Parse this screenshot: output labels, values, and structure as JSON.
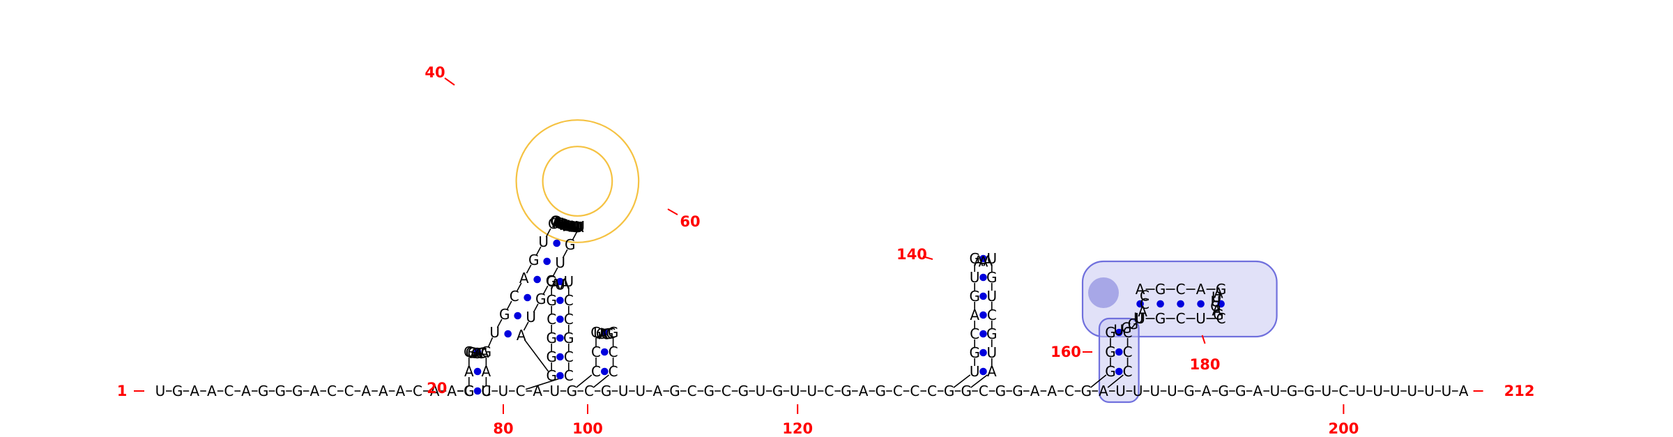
{
  "rna": {
    "sequence": "UGAACAGGGACCAAACAAGCUCAUGCGUUAGCGCGUGUUCGAGCCCGGCGGAACGAUUUUGAGGAUGGUCUUUUUUA",
    "start_label": "1",
    "end_label": "212",
    "position_labels": [
      "20",
      "40",
      "60",
      "80",
      "100",
      "120",
      "140",
      "160",
      "180",
      "200"
    ],
    "helices": [
      {
        "left": "CAG",
        "right": "GAU"
      },
      {
        "left": "GGGCGG",
        "right": "UCCGCC"
      },
      {
        "left": "CCG",
        "right": "GCC"
      },
      {
        "left": "UGCAGUG",
        "right": "UGUCGUA"
      },
      {
        "left": "GGG",
        "right": "CCC"
      },
      {
        "left": "AGCAG",
        "right": "CUCGU"
      }
    ],
    "loops": [
      {
        "sequence": "GGAGACCA"
      },
      {
        "sequence": "GGAAAGUGCUUCUCAUGGAAUCCGUCAUUUCUUUA"
      },
      {
        "sequence": "AUA"
      },
      {
        "sequence": "UCACGC"
      },
      {
        "sequence": "AAA"
      },
      {
        "sequence": "UGGUACC"
      },
      {
        "sequence": "AUUGAG"
      }
    ]
  },
  "colors": {
    "pair_dot": "#0000dd",
    "label": "#ff0000",
    "highlight_yellow": "#f5c242",
    "highlight_blue_fill": "#c8c8f2",
    "highlight_blue_dark": "#8f8fe0",
    "highlight_blue_stroke": "#7070dd"
  }
}
